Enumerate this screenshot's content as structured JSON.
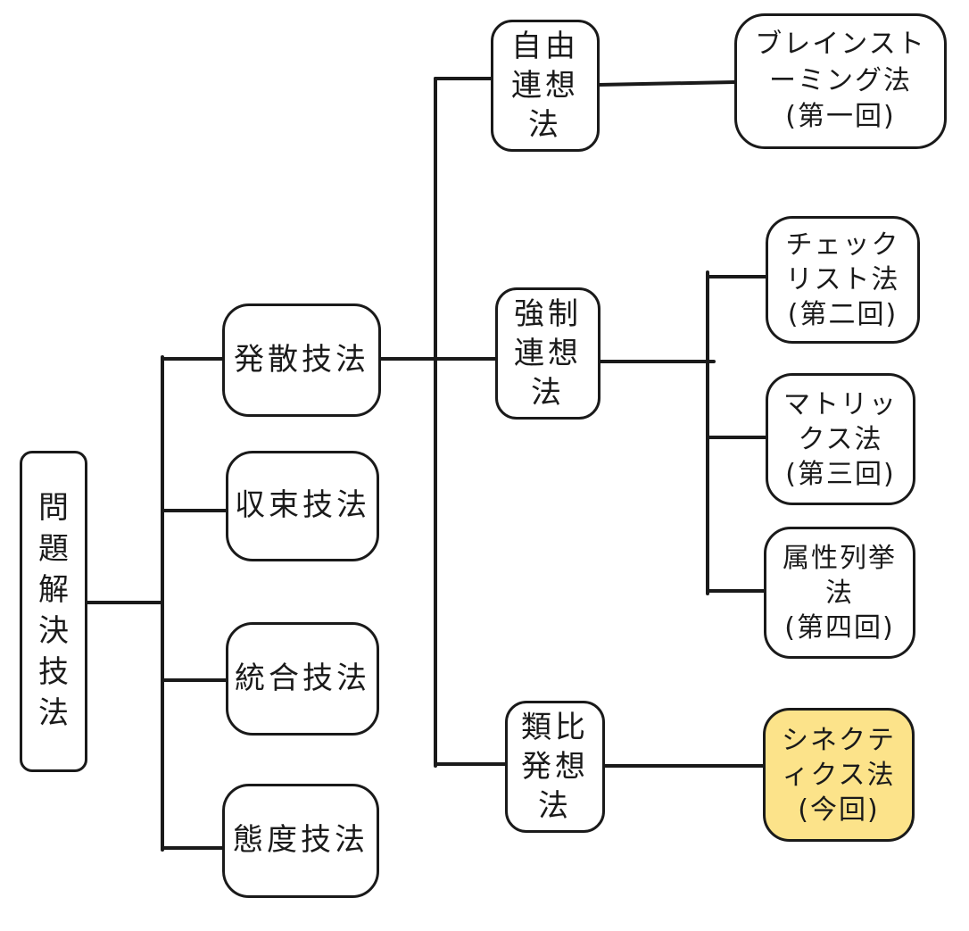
{
  "root": {
    "label": "問\n題\n解\n決\n技\n法"
  },
  "level1": {
    "hassan": "発散技法",
    "shusoku": "収束技法",
    "togo": "統合技法",
    "taido": "態度技法"
  },
  "level2": {
    "jiyu": "自由\n連想\n法",
    "kyosei": "強制\n連想\n法",
    "ruihi": "類比\n発想\n法"
  },
  "level3": {
    "brainstorming": "ブレインスト\nーミング法\n(第一回)",
    "checklist": "チェック\nリスト法\n(第二回)",
    "matrix": "マトリッ\nクス法\n(第三回)",
    "attribute": "属性列挙\n法\n(第四回)",
    "synectics": "シネクテ\nィクス法\n(今回)"
  },
  "colors": {
    "highlight": "#fce38a",
    "stroke": "#1a1a1a"
  }
}
